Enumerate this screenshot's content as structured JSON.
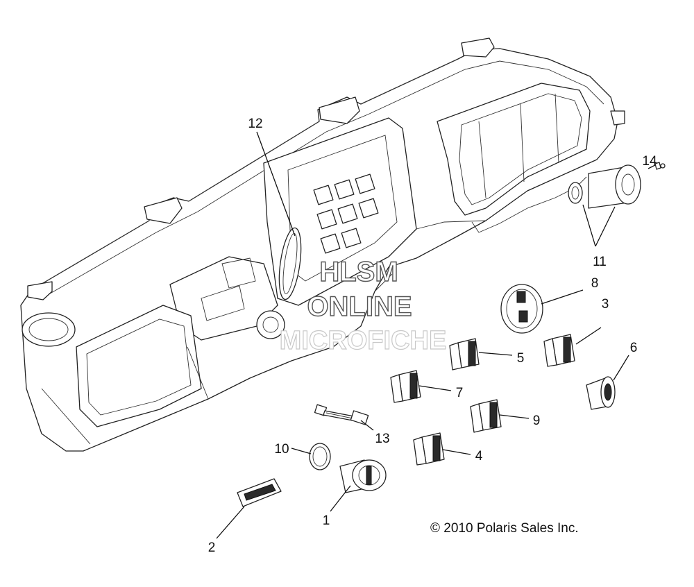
{
  "callouts": [
    {
      "id": "1",
      "label": "1"
    },
    {
      "id": "2",
      "label": "2"
    },
    {
      "id": "3",
      "label": "3"
    },
    {
      "id": "4",
      "label": "4"
    },
    {
      "id": "5",
      "label": "5"
    },
    {
      "id": "6",
      "label": "6"
    },
    {
      "id": "7",
      "label": "7"
    },
    {
      "id": "8",
      "label": "8"
    },
    {
      "id": "9",
      "label": "9"
    },
    {
      "id": "10",
      "label": "10"
    },
    {
      "id": "11",
      "label": "11"
    },
    {
      "id": "12",
      "label": "12"
    },
    {
      "id": "13",
      "label": "13"
    },
    {
      "id": "14",
      "label": "14"
    }
  ],
  "watermark": {
    "line1": "HLSM",
    "line2": "ONLINE",
    "line3": "MICROFICHE"
  },
  "copyright": "© 2010 Polaris Sales Inc."
}
